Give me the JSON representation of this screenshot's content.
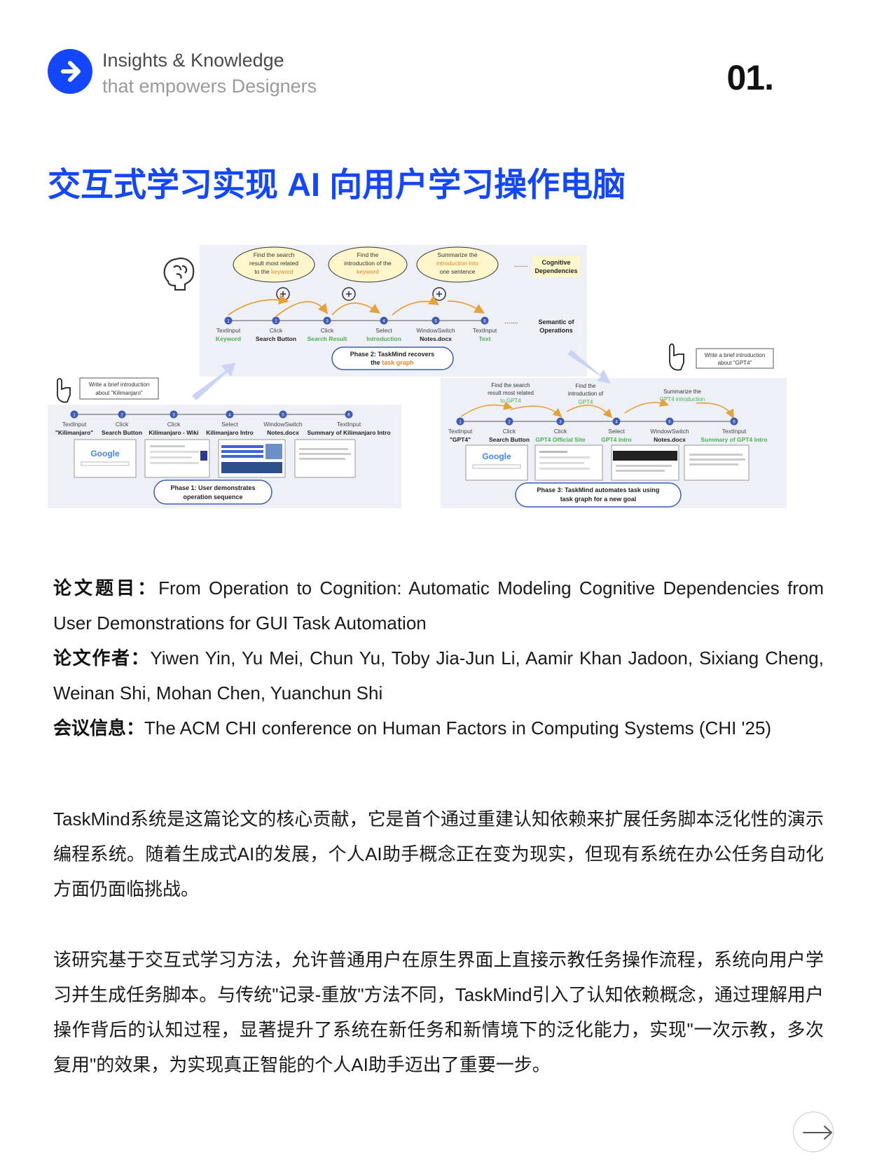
{
  "header": {
    "brand_line1": "Insights & Knowledge",
    "brand_line2": "that empowers Designers",
    "page_number": "01.",
    "logo_icon": "arrow-right-icon",
    "accent_color": "#1247ff"
  },
  "title": "交互式学习实现 AI 向用户学习操作电脑",
  "figure": {
    "phase1": {
      "label_line1": "Phase 1: User demonstrates",
      "label_line2": "operation sequence",
      "prompt_line1": "Write a brief introduction",
      "prompt_line2": "about \"Kilimanjaro\"",
      "steps": [
        {
          "num": "1",
          "action": "TextInput",
          "target": "\"Kilimanjaro\""
        },
        {
          "num": "2",
          "action": "Click",
          "target": "Search Button"
        },
        {
          "num": "3",
          "action": "Click",
          "target": "Kilimanjaro - Wiki"
        },
        {
          "num": "4",
          "action": "Select",
          "target": "Kilimanjaro Intro"
        },
        {
          "num": "5",
          "action": "WindowSwitch",
          "target": "Notes.docx"
        },
        {
          "num": "6",
          "action": "TextInput",
          "target": "Summary of Kilimanjaro Intro"
        }
      ]
    },
    "phase2": {
      "label_line1": "Phase 2: TaskMind recovers",
      "label_prefix": "the ",
      "label_highlight": "task graph",
      "clouds": [
        {
          "l1": "Find the search",
          "l2": "result most related",
          "l3a": "to the ",
          "l3b": "keyword"
        },
        {
          "l1": "Find the",
          "l2": "introduction of the",
          "l3a": "",
          "l3b": "keyword"
        },
        {
          "l1": "Summarize the",
          "l2": "introduction into",
          "l3a": "one sentence",
          "l3b": ""
        }
      ],
      "steps": [
        {
          "num": "1",
          "action": "TextInput",
          "target": "Keyword"
        },
        {
          "num": "2",
          "action": "Click",
          "target": "Search Button"
        },
        {
          "num": "3",
          "action": "Click",
          "target": "Search Result"
        },
        {
          "num": "4",
          "action": "Select",
          "target": "Introduction"
        },
        {
          "num": "5",
          "action": "WindowSwitch",
          "target": "Notes.docx"
        },
        {
          "num": "6",
          "action": "TextInput",
          "target": "Text"
        }
      ],
      "cognitive_label_line1": "Cognitive",
      "cognitive_label_line2": "Dependencies",
      "semantic_label_line1": "Semantic of",
      "semantic_label_line2": "Operations"
    },
    "phase3": {
      "label_line1": "Phase 3: TaskMind automates task using",
      "label_line2": "task graph for a new goal",
      "prompt_line1": "Write a brief introduction",
      "prompt_line2": "about \"GPT4\"",
      "notes": [
        {
          "l1": "Find the search",
          "l2": "result most related",
          "l3": "to GPT4"
        },
        {
          "l1": "Find the",
          "l2": "introduction of",
          "l3": "GPT4"
        },
        {
          "l1": "Summarize the",
          "l2": "GPT4 introduction",
          "l3": ""
        }
      ],
      "steps": [
        {
          "num": "1",
          "action": "TextInput",
          "target": "\"GPT4\""
        },
        {
          "num": "2",
          "action": "Click",
          "target": "Search Button"
        },
        {
          "num": "3",
          "action": "Click",
          "target": "GPT4 Official Site"
        },
        {
          "num": "4",
          "action": "Select",
          "target": "GPT4 Intro"
        },
        {
          "num": "5",
          "action": "WindowSwitch",
          "target": "Notes.docx"
        },
        {
          "num": "6",
          "action": "TextInput",
          "target": "Summary of GPT4 Intro"
        }
      ]
    },
    "google_logo_text": "Google",
    "colors": {
      "step_blue": "#3f5bb5",
      "green": "#4caf50",
      "orange": "#e5862a",
      "cloud": "#fff6cc",
      "panel": "#eef0f7"
    }
  },
  "meta": {
    "paper_title_label": "论文题目：",
    "paper_title": "From Operation to Cognition: Automatic Modeling Cognitive Dependencies from User Demonstrations for GUI Task Automation",
    "authors_label": "论文作者：",
    "authors": "Yiwen Yin, Yu Mei, Chun Yu, Toby Jia-Jun Li, Aamir Khan Jadoon, Sixiang Cheng, Weinan Shi, Mohan Chen, Yuanchun Shi",
    "venue_label": "会议信息：",
    "venue": "The ACM CHI conference on Human Factors in Computing Systems (CHI '25)"
  },
  "paragraphs": [
    "TaskMind系统是这篇论文的核心贡献，它是首个通过重建认知依赖来扩展任务脚本泛化性的演示编程系统。随着生成式AI的发展，个人AI助手概念正在变为现实，但现有系统在办公任务自动化方面仍面临挑战。",
    "该研究基于交互式学习方法，允许普通用户在原生界面上直接示教任务操作流程，系统向用户学习并生成任务脚本。与传统\"记录-重放\"方法不同，TaskMind引入了认知依赖概念，通过理解用户操作背后的认知过程，显著提升了系统在新任务和新情境下的泛化能力，实现\"一次示教，多次复用\"的效果，为实现真正智能的个人AI助手迈出了重要一步。"
  ],
  "footer": {
    "next_icon": "arrow-right-icon"
  }
}
